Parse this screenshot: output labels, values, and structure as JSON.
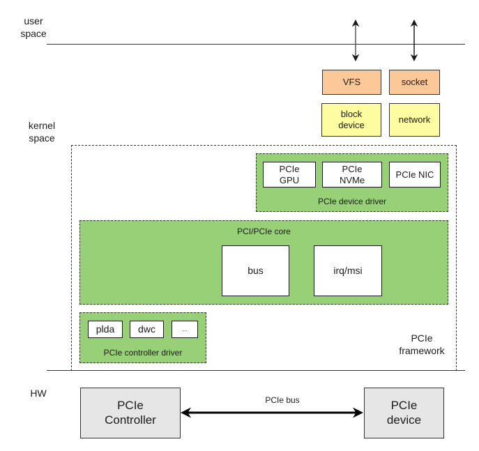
{
  "layers": {
    "user_space": "user\nspace",
    "kernel_space": "kernel\nspace",
    "hw": "HW"
  },
  "kernel_interfaces": {
    "vfs": "VFS",
    "socket": "socket",
    "block_device": "block\ndevice",
    "network": "network"
  },
  "pcie_framework": {
    "label": "PCIe\nframework",
    "device_driver": {
      "label": "PCIe device driver",
      "items": [
        "PCIe\nGPU",
        "PCIe\nNVMe",
        "PCIe NIC"
      ]
    },
    "core": {
      "label": "PCI/PCIe core",
      "items": [
        "bus",
        "irq/msi"
      ]
    },
    "controller_driver": {
      "label": "PCIe controller driver",
      "items": [
        "plda",
        "dwc",
        "..."
      ]
    }
  },
  "hardware": {
    "controller": "PCIe\nController",
    "device": "PCIe\ndevice",
    "bus_label": "PCIe bus"
  },
  "colors": {
    "interface_orange": "#fdc898",
    "driver_yellow": "#fdfca0",
    "framework_green": "#97d077",
    "hw_grey": "#e6e6e6"
  }
}
